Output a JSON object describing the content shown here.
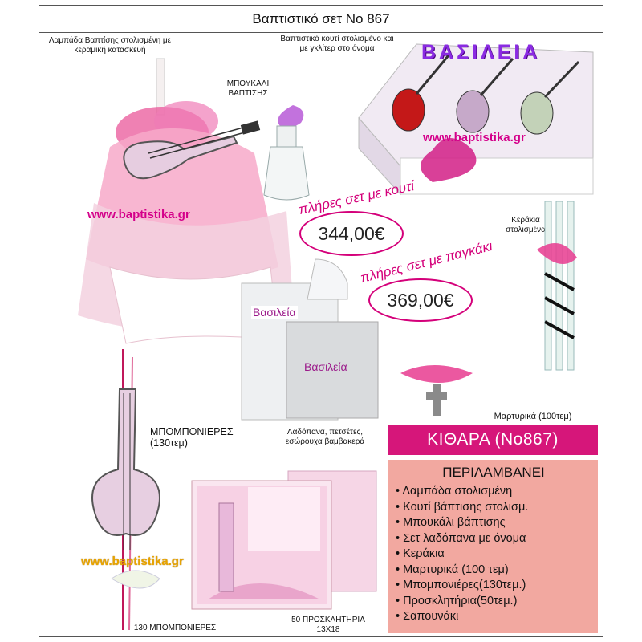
{
  "title": "Βαπτιστικό σετ Νο 867",
  "labels": {
    "lampada": "Λαμπάδα Βαπτίσης στολισμένη με κεραμική κατασκευή",
    "boukali": "ΜΠΟΥΚΑΛΙ ΒΑΠΤΙΣΗΣ",
    "kouti": "Βαπτιστικό κουτί στολισμένο και με γκλίτερ στο όνομα",
    "keria": "Κεράκια στολισμένα",
    "martyrika": "Μαρτυρικά (100τεμ)",
    "bomboniera": "ΜΠΟΜΠΟΝΙΕΡΕΣ (130τεμ)",
    "ladopana": "Λαδόπανα, πετσέτες, εσώρουχα βαμβακερά",
    "proskl": "50 ΠΡΟΣΚΛΗΤΗΡΙΑ 13Χ18",
    "bomb130": "130 ΜΠΟΜΠΟΝΙΕΡΕΣ"
  },
  "box_name": "ΒΑΣΙΛΕΙΑ",
  "towel_name": "Βασιλεία",
  "url": "www.baptistika.gr",
  "prices": {
    "with_box_label": "πλήρες σετ με κουτί",
    "with_box_value": "344,00€",
    "with_bench_label": "πλήρες σετ με παγκάκι",
    "with_bench_value": "369,00€"
  },
  "product_code": "ΚΙΘΑΡΑ (Νο867)",
  "includes": {
    "heading": "ΠΕΡΙΛΑΜΒΑΝΕΙ",
    "items": [
      "Λαμπάδα στολισμένη",
      "Κουτί βάπτισης στολισμ.",
      "Μπουκάλι βάπτισης",
      "Σετ λαδόπανα με όνομα",
      "Κεράκια",
      "Μαρτυρικά (100 τεμ)",
      "Μπομπονιέρες(130τεμ.)",
      "Προσκλητήρια(50τεμ.)",
      "Σαπουνάκι"
    ]
  },
  "colors": {
    "accent": "#d6167a",
    "includes_bg": "#f2a8a0",
    "url_pink": "#d4008a",
    "url_yellow": "#e8a400"
  }
}
